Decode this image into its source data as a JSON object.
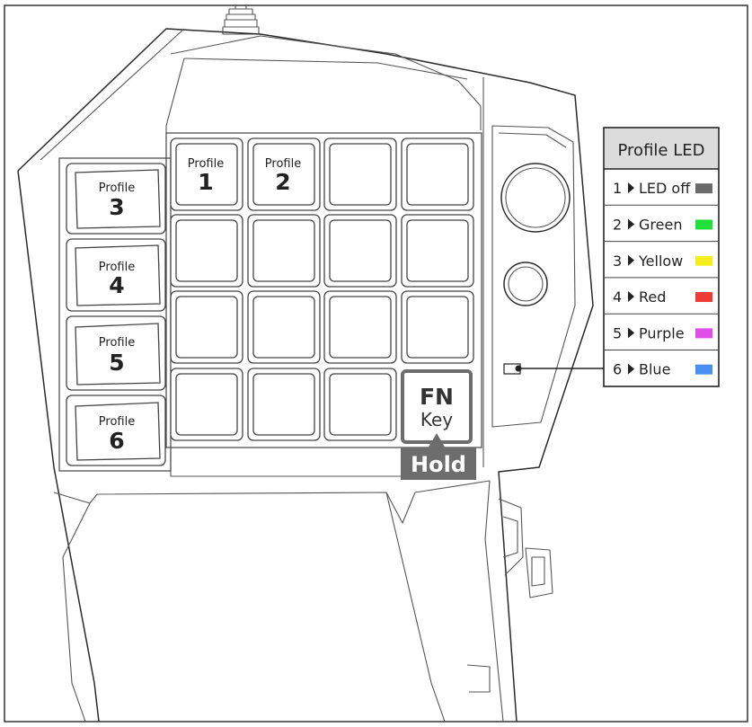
{
  "keypad": {
    "profile_word": "Profile",
    "top_keys": [
      {
        "label": "Profile",
        "number": "1"
      },
      {
        "label": "Profile",
        "number": "2"
      }
    ],
    "side_keys": [
      {
        "label": "Profile",
        "number": "3"
      },
      {
        "label": "Profile",
        "number": "4"
      },
      {
        "label": "Profile",
        "number": "5"
      },
      {
        "label": "Profile",
        "number": "6"
      }
    ],
    "fn_key": {
      "main": "FN",
      "sub": "Key"
    },
    "hold_label": "Hold"
  },
  "led_table": {
    "title": "Profile LED",
    "rows": [
      {
        "number": "1",
        "label": "LED off",
        "color": "#6b6b6b"
      },
      {
        "number": "2",
        "label": "Green",
        "color": "#22e03a"
      },
      {
        "number": "3",
        "label": "Yellow",
        "color": "#f5ee1a"
      },
      {
        "number": "4",
        "label": "Red",
        "color": "#ef3b36"
      },
      {
        "number": "5",
        "label": "Purple",
        "color": "#e04ee8"
      },
      {
        "number": "6",
        "label": "Blue",
        "color": "#4a8ff0"
      }
    ]
  },
  "colors": {
    "outline": "#2a2a2a",
    "fn_border": "#6d6d6d",
    "hold_bg": "#6d6d6d",
    "table_header_bg": "#dcdcdc"
  }
}
